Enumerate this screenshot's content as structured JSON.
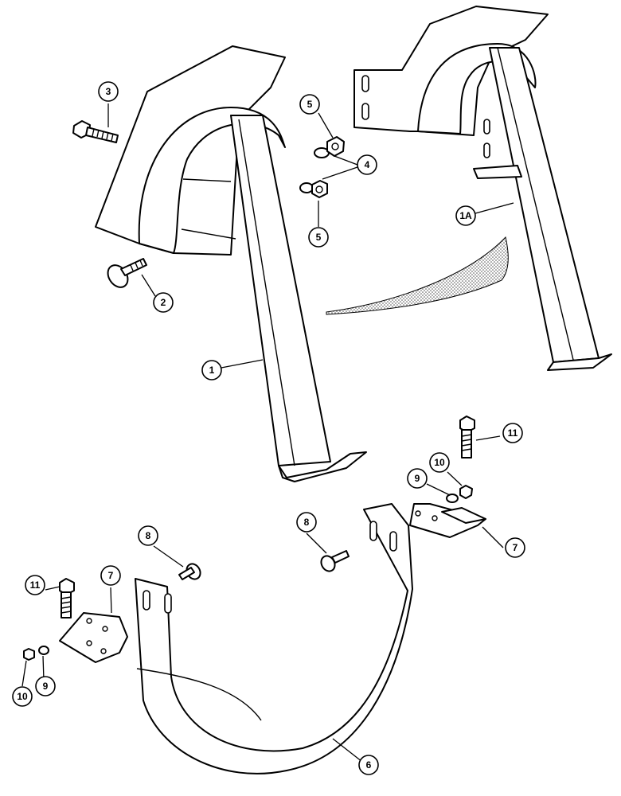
{
  "callouts": [
    {
      "label": "1"
    },
    {
      "label": "1A"
    },
    {
      "label": "2"
    },
    {
      "label": "3"
    },
    {
      "label": "4"
    },
    {
      "label": "5"
    },
    {
      "label": "5"
    },
    {
      "label": "6"
    },
    {
      "label": "7"
    },
    {
      "label": "7"
    },
    {
      "label": "8"
    },
    {
      "label": "8"
    },
    {
      "label": "9"
    },
    {
      "label": "9"
    },
    {
      "label": "10"
    },
    {
      "label": "10"
    },
    {
      "label": "11"
    },
    {
      "label": "11"
    }
  ],
  "colors": {
    "line": "#000000",
    "background": "#ffffff",
    "shade": "#c8c8c8"
  }
}
